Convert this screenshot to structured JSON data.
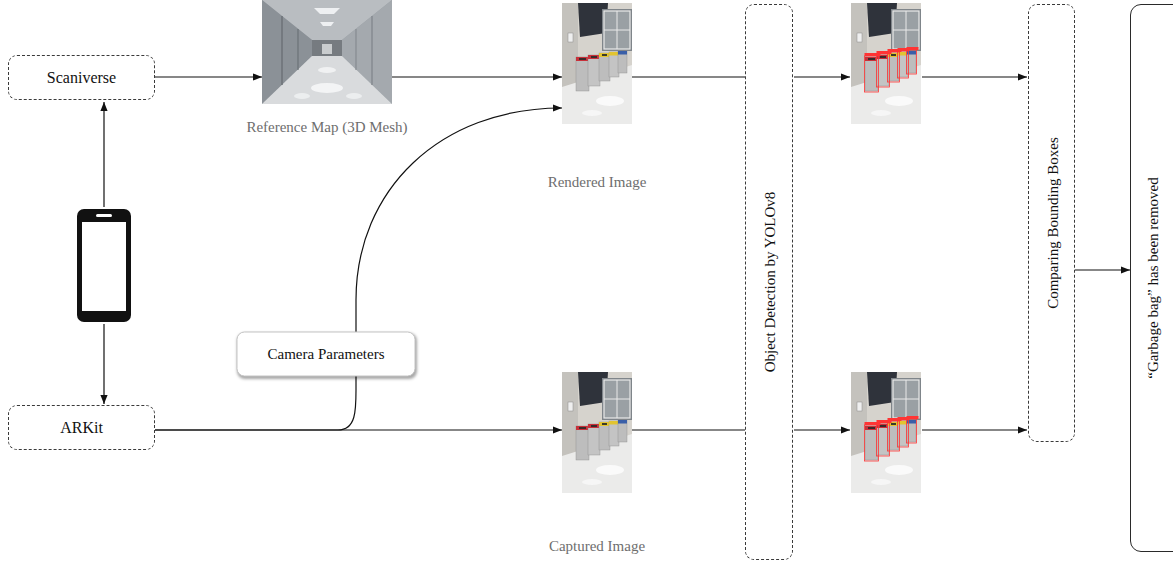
{
  "diagram": {
    "nodes": [
      {
        "text": [
          "Scaniverse"
        ]
      },
      {
        "text": [
          "Reference Map (3D Mesh)"
        ]
      },
      {
        "text": [
          "Rendered Image"
        ]
      },
      {
        "text": [
          "ARKit"
        ]
      },
      {
        "text": [
          "Captured Image"
        ]
      },
      {
        "text": [
          "Object Detection by YOLOv8"
        ]
      },
      {
        "text": [
          "Comparing Bounding Boxes"
        ]
      },
      {
        "text": [
          "“Garbage bag” has been removed"
        ]
      }
    ],
    "edges": [
      {
        "from": 0,
        "to": 1,
        "arrow": "to"
      },
      {
        "from": 1,
        "to": 2,
        "arrow": "to"
      },
      {
        "from": 3,
        "to": 4,
        "arrow": "to"
      },
      {
        "from": 3,
        "to": 2,
        "label": "Camera Parameters",
        "arrow": "to"
      },
      {
        "from": 2,
        "to": 5,
        "arrow": "none"
      },
      {
        "from": 4,
        "to": 5,
        "arrow": "none"
      },
      {
        "from": 6,
        "to": 7,
        "arrow": "to"
      }
    ]
  }
}
